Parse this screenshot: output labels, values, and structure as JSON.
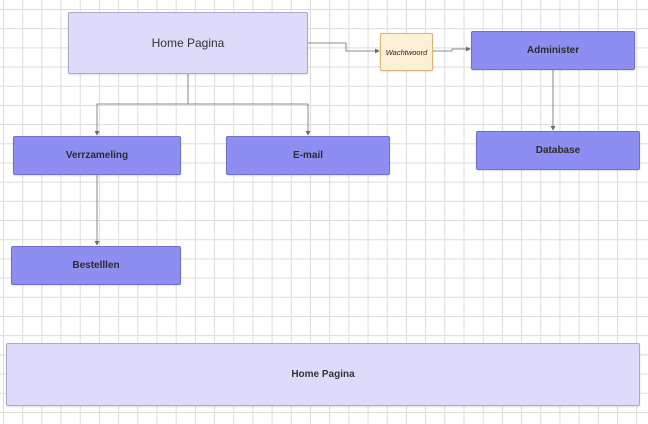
{
  "diagram": {
    "nodes": {
      "home_top": "Home Pagina",
      "wachtwoord": "Wachtwoord",
      "administer": "Administer",
      "verzameling": "Verrzameling",
      "email": "E-mail",
      "database": "Database",
      "bestellen": "Bestelllen",
      "home_bottom": "Home Pagina"
    },
    "edges": [
      {
        "from": "home_top",
        "to": "wachtwoord"
      },
      {
        "from": "wachtwoord",
        "to": "administer"
      },
      {
        "from": "administer",
        "to": "database"
      },
      {
        "from": "home_top",
        "to": "verzameling"
      },
      {
        "from": "home_top",
        "to": "email"
      },
      {
        "from": "verzameling",
        "to": "bestellen"
      }
    ],
    "colors": {
      "light_node": "#dcdcfa",
      "strong_node": "#8e8ef2",
      "note_node": "#fdf0d4",
      "connector": "#6b6b6b",
      "grid": "#dcdcdc"
    }
  }
}
